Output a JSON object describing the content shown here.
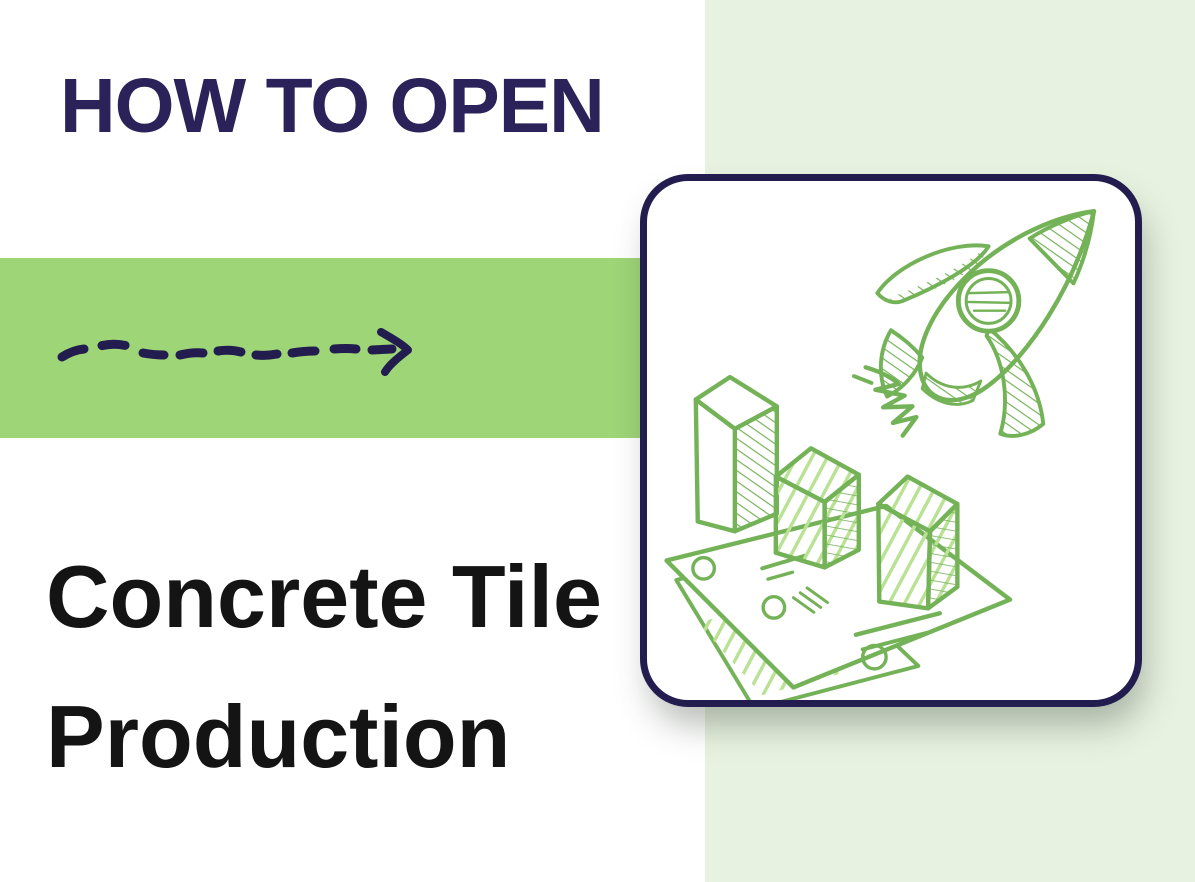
{
  "hero": {
    "kicker": "HOW TO OPEN",
    "title_line1": "Concrete Tile",
    "title_line2": "Production"
  },
  "illustration": {
    "card": "rounded outline card",
    "icons": [
      "dashed-arrow-icon",
      "rocket-icon",
      "bar-chart-icon",
      "paper-sheets-icon"
    ]
  },
  "colors": {
    "band_green": "#9ed577",
    "panel_pale_green": "#e7f2e0",
    "navy": "#2a2258",
    "card_border_navy": "#221c4f",
    "title_black": "#141414",
    "sketch_green": "#74b258",
    "sketch_light_green": "#b9e294",
    "white": "#ffffff"
  }
}
